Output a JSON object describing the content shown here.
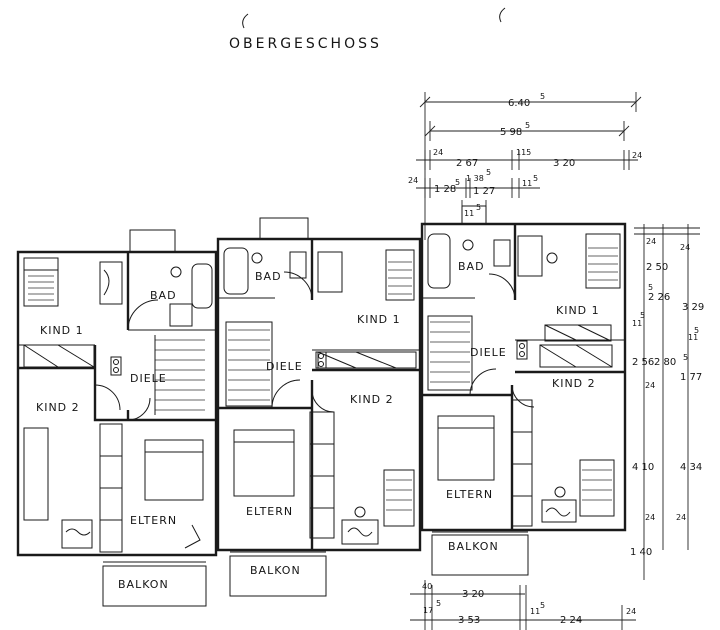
{
  "title": "OBERGESCHOSS",
  "units": [
    {
      "id": "left",
      "rooms": {
        "kind1": "KIND 1",
        "bad": "BAD",
        "diele": "DIELE",
        "kind2": "KIND 2",
        "eltern": "ELTERN",
        "balkon": "BALKON"
      }
    },
    {
      "id": "middle",
      "rooms": {
        "bad": "BAD",
        "kind1": "KIND 1",
        "diele": "DIELE",
        "kind2": "KIND 2",
        "eltern": "ELTERN",
        "balkon": "BALKON"
      }
    },
    {
      "id": "right",
      "rooms": {
        "bad": "BAD",
        "kind1": "KIND 1",
        "diele": "DIELE",
        "kind2": "KIND 2",
        "eltern": "ELTERN",
        "balkon": "BALKON"
      }
    }
  ],
  "dimensions": {
    "top": {
      "total": "6.40",
      "total_sup": "5",
      "inner": "5 98",
      "inner_sup": "5",
      "left_wall": "24",
      "left_span": "2 67",
      "mid_wall": "115",
      "right_span": "3 20",
      "right_wall": "24",
      "row4_a": "24",
      "row4_b": "1 28",
      "row4_b_sup": "5",
      "row4_c": "1 38",
      "row4_c_sup": "5",
      "row4_d": "1 27",
      "row4_e": "11",
      "row4_e_sup": "5",
      "row5": "11",
      "row5_sup": "5"
    },
    "right": {
      "outer1": "24",
      "outer2": "24",
      "r1": "2 50",
      "r2": "2 26",
      "r2_sup": "5",
      "r3": "3 29",
      "r4": "11",
      "r4_sup": "5",
      "r5": "11",
      "r5_sup": "5",
      "r6": "2 56",
      "r7": "2 80",
      "r8": "1 77",
      "r8_sup": "5",
      "r9": "24",
      "r10": "4 10",
      "r11": "4 34",
      "r12": "24",
      "r13": "24",
      "r14": "1 40"
    },
    "bottom": {
      "b1": "40",
      "b2": "3 20",
      "b3": "17",
      "b3_sup": "5",
      "b4": "3 53",
      "b5": "11",
      "b5_sup": "5",
      "b6": "2 24",
      "b7": "24"
    }
  }
}
